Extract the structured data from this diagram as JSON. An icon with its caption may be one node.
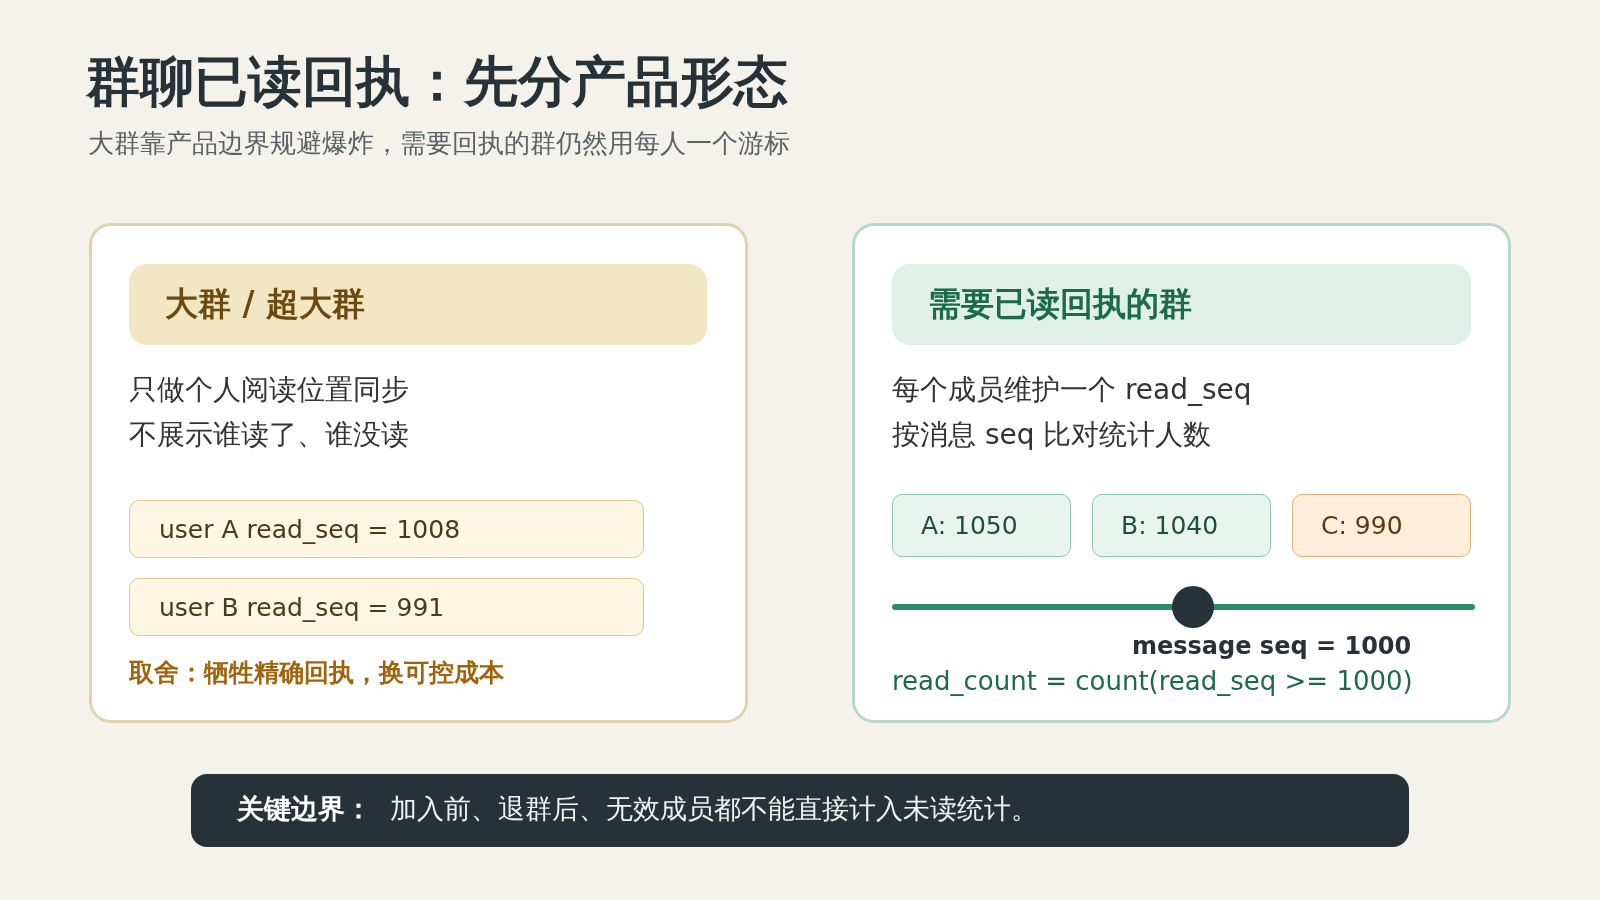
{
  "diagram": {
    "title": "群聊已读回执：先分产品形态",
    "labels": [
      "大群靠产品边界规避爆炸，需要回执的群仍然用每人一个游标"
    ],
    "nodes": [
      {
        "text": [
          "只做个人阅读位置同步",
          "不展示谁读了、谁没读",
          "取舍：牺牲精确回执，换可控成本"
        ]
      },
      {
        "text": [
          "大群 / 超大群"
        ],
        "in": 0
      },
      {
        "text": [
          "user A read_seq = 1008"
        ],
        "in": 0
      },
      {
        "text": [
          "user B read_seq = 991"
        ],
        "in": 0
      },
      {
        "text": [
          "每个成员维护一个 read_seq",
          "按消息 seq 比对统计人数",
          "message seq = 1000",
          "read_count = count(read_seq >= 1000)"
        ]
      },
      {
        "text": [
          "需要已读回执的群"
        ],
        "in": 4
      },
      {
        "text": [
          "A: 1050"
        ],
        "in": 4
      },
      {
        "text": [
          "B: 1040"
        ],
        "in": 4
      },
      {
        "text": [
          "C: 990"
        ],
        "in": 4
      },
      {
        "text": [
          "关键边界：",
          "加入前、退群后、无效成员都不能直接计入未读统计。"
        ]
      }
    ]
  }
}
